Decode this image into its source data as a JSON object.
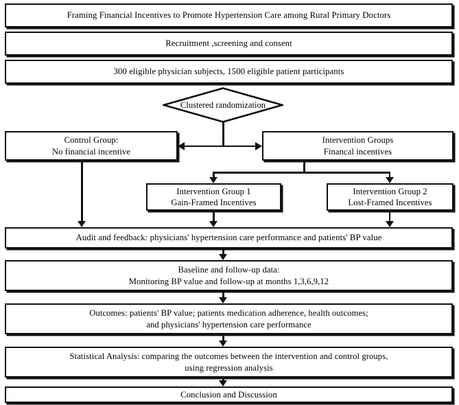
{
  "figure": {
    "type": "flowchart",
    "orientation": "top-to-bottom",
    "background_color": "#ffffff",
    "line_color": "#111111",
    "text_color": "#000000"
  },
  "nodes": {
    "title": {
      "shape": "rectangle",
      "text": "Framing Financial Incentives to Promote Hypertension Care among Rural Primary Doctors"
    },
    "recruitment": {
      "shape": "rectangle",
      "text": "Recruitment ,screening and consent"
    },
    "eligible": {
      "shape": "rectangle",
      "text": "300 eligible physician subjects, 1500 eligible patient participants"
    },
    "randomization": {
      "shape": "diamond",
      "text": "Clustered randomization"
    },
    "control_group": {
      "shape": "rectangle",
      "line1": "Control Group:",
      "line2": "No financial incentive",
      "text": "Control Group:\nNo financial incentive"
    },
    "intervention_groups": {
      "shape": "rectangle",
      "line1": "Intervention Groups",
      "line2": "Financal incentives",
      "text": "Intervention Groups\nFinancal incentives"
    },
    "intervention_group_1": {
      "shape": "rectangle",
      "line1": "Intervention Group 1",
      "line2": "Gain-Framed Incentives",
      "text": "Intervention Group 1\nGain-Framed Incentives"
    },
    "intervention_group_2": {
      "shape": "rectangle",
      "line1": "Intervention Group 2",
      "line2": "Lost-Framed Incentives",
      "text": "Intervention Group 2\nLost-Framed Incentives"
    },
    "audit_feedback": {
      "shape": "rectangle",
      "text": "Audit and feedback: physicians' hypertension care performance and patients' BP value"
    },
    "baseline_followup": {
      "shape": "rectangle",
      "line1": "Baseline and follow-up data:",
      "line2": "Monitoring BP value and  follow-up at months 1,3,6,9,12",
      "text": "Baseline and follow-up data:\nMonitoring BP value and  follow-up at months 1,3,6,9,12"
    },
    "outcomes": {
      "shape": "rectangle",
      "line1": "Outcomes: patients' BP value;  patients medication adherence, health outcomes;",
      "line2": "and physicians' hypertension care performance",
      "text": "Outcomes: patients' BP value;  patients medication adherence, health outcomes;\nand physicians' hypertension care performance"
    },
    "statistical_analysis": {
      "shape": "rectangle",
      "line1": "Statistical Analysis: comparing the outcomes between the intervention and control groups,",
      "line2": "using regression analysis",
      "text": "Statistical Analysis: comparing the outcomes between the intervention and control groups,\nusing regression analysis"
    },
    "conclusion": {
      "shape": "rectangle",
      "text": "Conclusion and Discussion"
    }
  },
  "connectors": [
    {
      "name": "randomization-to-split",
      "from": "randomization",
      "to": "control-intervention-bar",
      "style": "line"
    },
    {
      "name": "split-to-control-group",
      "from": "control-intervention-bar",
      "to": "control_group",
      "style": "arrow-left"
    },
    {
      "name": "split-to-intervention-groups",
      "from": "control-intervention-bar",
      "to": "intervention_groups",
      "style": "arrow-right"
    },
    {
      "name": "intervention-groups-to-group-1",
      "from": "intervention_groups",
      "to": "intervention_group_1",
      "style": "arrow-down"
    },
    {
      "name": "intervention-groups-to-group-2",
      "from": "intervention_groups",
      "to": "intervention_group_2",
      "style": "arrow-down"
    },
    {
      "name": "control-group-to-audit",
      "from": "control_group",
      "to": "audit_feedback",
      "style": "arrow-down"
    },
    {
      "name": "group-1-to-audit",
      "from": "intervention_group_1",
      "to": "audit_feedback",
      "style": "arrow-down"
    },
    {
      "name": "group-2-to-audit",
      "from": "intervention_group_2",
      "to": "audit_feedback",
      "style": "arrow-down"
    },
    {
      "name": "audit-to-baseline",
      "from": "audit_feedback",
      "to": "baseline_followup",
      "style": "arrow-down"
    },
    {
      "name": "baseline-to-outcomes",
      "from": "baseline_followup",
      "to": "outcomes",
      "style": "arrow-down"
    },
    {
      "name": "outcomes-to-statistical-analysis",
      "from": "outcomes",
      "to": "statistical_analysis",
      "style": "arrow-down"
    },
    {
      "name": "statistical-analysis-to-conclusion",
      "from": "statistical_analysis",
      "to": "conclusion",
      "style": "arrow-down"
    }
  ]
}
